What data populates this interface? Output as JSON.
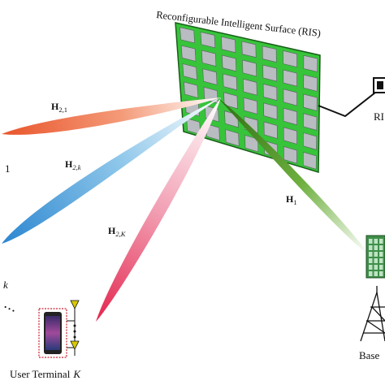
{
  "ris": {
    "title": "Reconfigurable Intelligent Surface (RIS)",
    "controller_label": "RI",
    "rows": 6,
    "cols": 7,
    "colors": {
      "panel": "#37c43a",
      "panel_edge": "#1a5e1a",
      "element": "#b9bcc0"
    }
  },
  "channels": {
    "h21": {
      "main": "H",
      "sub": "2,1"
    },
    "h2k": {
      "main": "H",
      "sub": "2,k"
    },
    "h2K": {
      "main": "H",
      "sub": "2,K"
    },
    "h1": {
      "main": "H",
      "sub": "1"
    }
  },
  "users": {
    "user_1_index": "1",
    "user_k_index": "k",
    "user_K_text": "User Terminal",
    "user_K_index": "K",
    "dots": "• • •"
  },
  "base_station": {
    "label": "Base"
  },
  "colors": {
    "beam_h21": "#e8542a",
    "beam_h2k": "#2b86d0",
    "beam_h2K": "#e3264e",
    "beam_h1": "#2d6e12"
  },
  "icons": [
    "phone-icon",
    "antenna-icon",
    "tower-icon",
    "controller-icon"
  ]
}
